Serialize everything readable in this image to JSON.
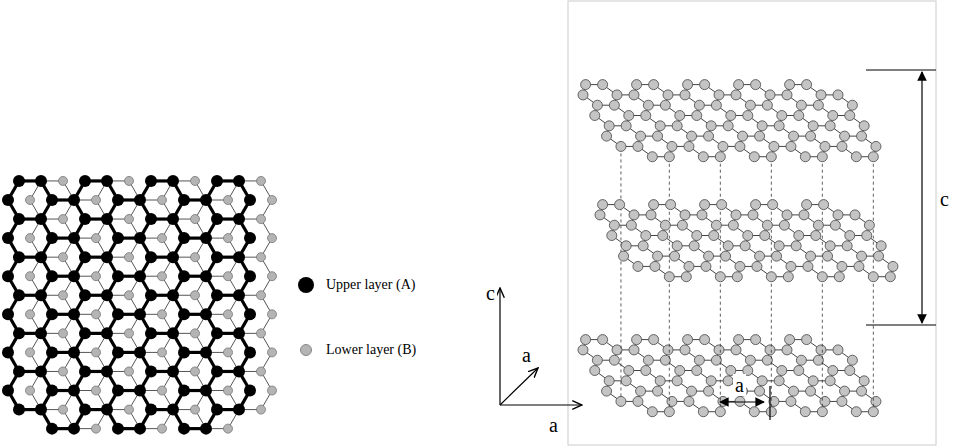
{
  "diagram": {
    "labels": [
      "c",
      "a",
      "a",
      "a",
      "c"
    ],
    "legend": [
      {
        "text": "Upper layer (A)",
        "color": "#000000"
      },
      {
        "text": "Lower layer (B)",
        "color": "#b4b4b4"
      }
    ]
  }
}
